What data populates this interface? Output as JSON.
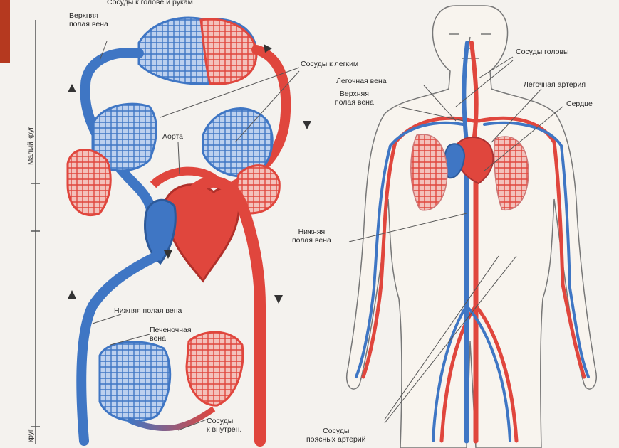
{
  "colors": {
    "artery": "#e0463d",
    "vein": "#3f76c4",
    "background": "#f4f2ee",
    "accent_tab": "#b5391f"
  },
  "diagram": {
    "top_caption": "Сосуды к голове и рукам",
    "left_side_label": "Малый круг",
    "bottom_side_label": "круг",
    "schema": {
      "superior_vena_cava": "Верхняя\nполая вена",
      "lung_vessels": "Сосуды к легким",
      "aorta": "Аорта",
      "inferior_vena_cava": "Нижняя полая вена",
      "hepatic_vein": "Печеночная\nвена",
      "internal_vessels": "Сосуды\nк внутрен."
    },
    "body": {
      "head_vessels": "Сосуды головы",
      "pulmonary_vein": "Легочная вена",
      "superior_vena_cava": "Верхняя\nполая вена",
      "pulmonary_artery": "Легочная артерия",
      "heart": "Сердце",
      "inferior_vena_cava": "Нижняя\nполая вена",
      "leg_vessels": "Сосуды\nпоясных артерий"
    }
  }
}
